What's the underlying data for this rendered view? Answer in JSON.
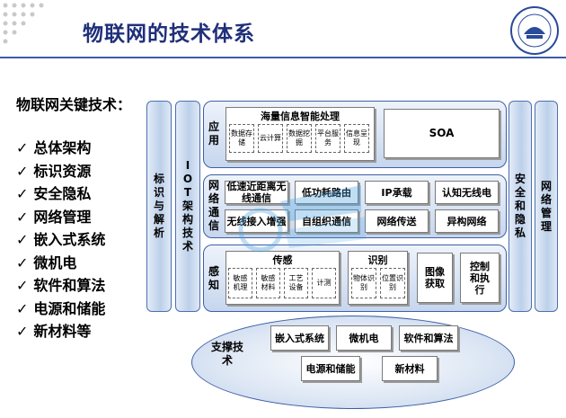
{
  "header": {
    "title": "物联网的技术体系"
  },
  "keywords": {
    "title": "物联网关键技术：",
    "items": [
      "总体架构",
      "标识资源",
      "安全隐私",
      "网络管理",
      "嵌入式系统",
      "微机电",
      "软件和算法",
      "电源和储能",
      "新材料等"
    ]
  },
  "side_panels": {
    "identify": "标识与解析",
    "iot": "IOT架构技术",
    "security": "安全和隐私",
    "netmgmt": "网络管理"
  },
  "application": {
    "label": "应用",
    "group_title": "海量信息智能处理",
    "items": [
      "数据存储",
      "云计算",
      "数据挖掘",
      "平台服务",
      "信息呈现"
    ],
    "soa": "SOA"
  },
  "network": {
    "label": "网络通信",
    "row1": [
      "低速近距离无线通信",
      "低功耗路由",
      "IP承载",
      "认知无线电"
    ],
    "row2": [
      "无线接入增强",
      "自组织通信",
      "网络传送",
      "异构网络"
    ]
  },
  "sensing": {
    "label": "感知",
    "sensor_title": "传感",
    "sensor_items": [
      "敏感机理",
      "敏感材料",
      "工艺设备",
      "计测"
    ],
    "ident_title": "识别",
    "ident_items": [
      "物体识别",
      "位置识别"
    ],
    "image": "图像获取",
    "control": "控制和执行"
  },
  "support": {
    "label": "支撑技术",
    "row1": [
      "嵌入式系统",
      "微机电",
      "软件和算法"
    ],
    "row2": [
      "电源和储能",
      "新材料"
    ]
  },
  "colors": {
    "title": "#1f2f7a",
    "panel_border": "#3f5fa5",
    "panel_fill": "#c6d6ee"
  }
}
